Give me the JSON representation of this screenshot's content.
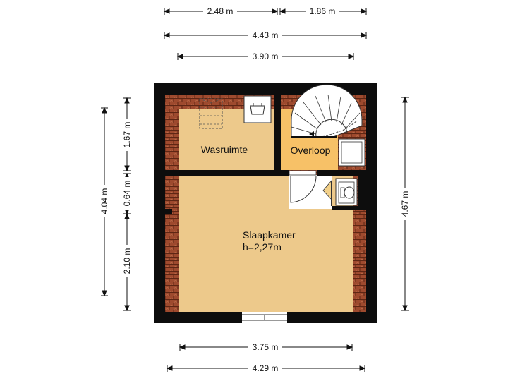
{
  "rooms": {
    "wasruimte": "Wasruimte",
    "overloop": "Overloop",
    "slaapkamer": "Slaapkamer",
    "slaapkamer_height": "h=2,27m"
  },
  "dimensions": {
    "top_left": "2.48 m",
    "top_right": "1.86 m",
    "overall_top": "4.43 m",
    "inner_top": "3.90 m",
    "bottom_inner": "3.75 m",
    "bottom_overall": "4.29 m",
    "left_overall": "4.04 m",
    "left_upper": "1.67 m",
    "left_middle": "0.64 m",
    "left_lower": "2.10 m",
    "right_overall": "4.67 m"
  },
  "colors": {
    "wall": "#0d0d0d",
    "floor_main": "#edc98b",
    "floor_overloop": "#f7c167",
    "roof_tile": "#9e4a2e",
    "roof_tile_line": "#5e2614"
  }
}
